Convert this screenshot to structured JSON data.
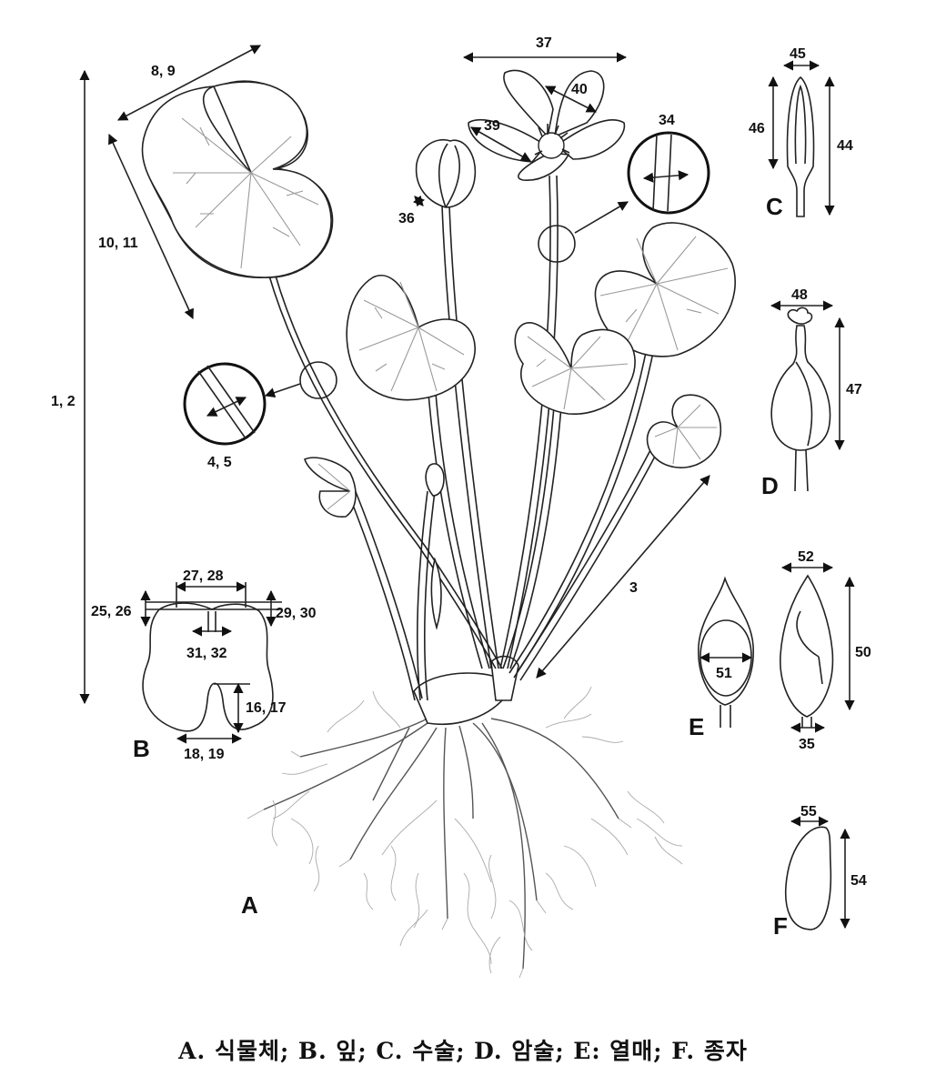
{
  "labels": {
    "l_1_2": "1, 2",
    "l_8_9": "8, 9",
    "l_10_11": "10, 11",
    "l_4_5": "4, 5",
    "l_3": "3",
    "l_37": "37",
    "l_40": "40",
    "l_39": "39",
    "l_36": "36",
    "l_34": "34",
    "l_27_28": "27, 28",
    "l_25_26": "25, 26",
    "l_29_30": "29, 30",
    "l_31_32": "31, 32",
    "l_16_17": "16, 17",
    "l_18_19": "18, 19",
    "l_45": "45",
    "l_46": "46",
    "l_44": "44",
    "l_48": "48",
    "l_47": "47",
    "l_52": "52",
    "l_51": "51",
    "l_50": "50",
    "l_35": "35",
    "l_55": "55",
    "l_54": "54"
  },
  "panels": {
    "a": "A",
    "b": "B",
    "c": "C",
    "d": "D",
    "e": "E",
    "f": "F"
  },
  "caption": "A. 식물체; B. 잎; C. 수술; D. 암술; E: 열매; F. 종자"
}
